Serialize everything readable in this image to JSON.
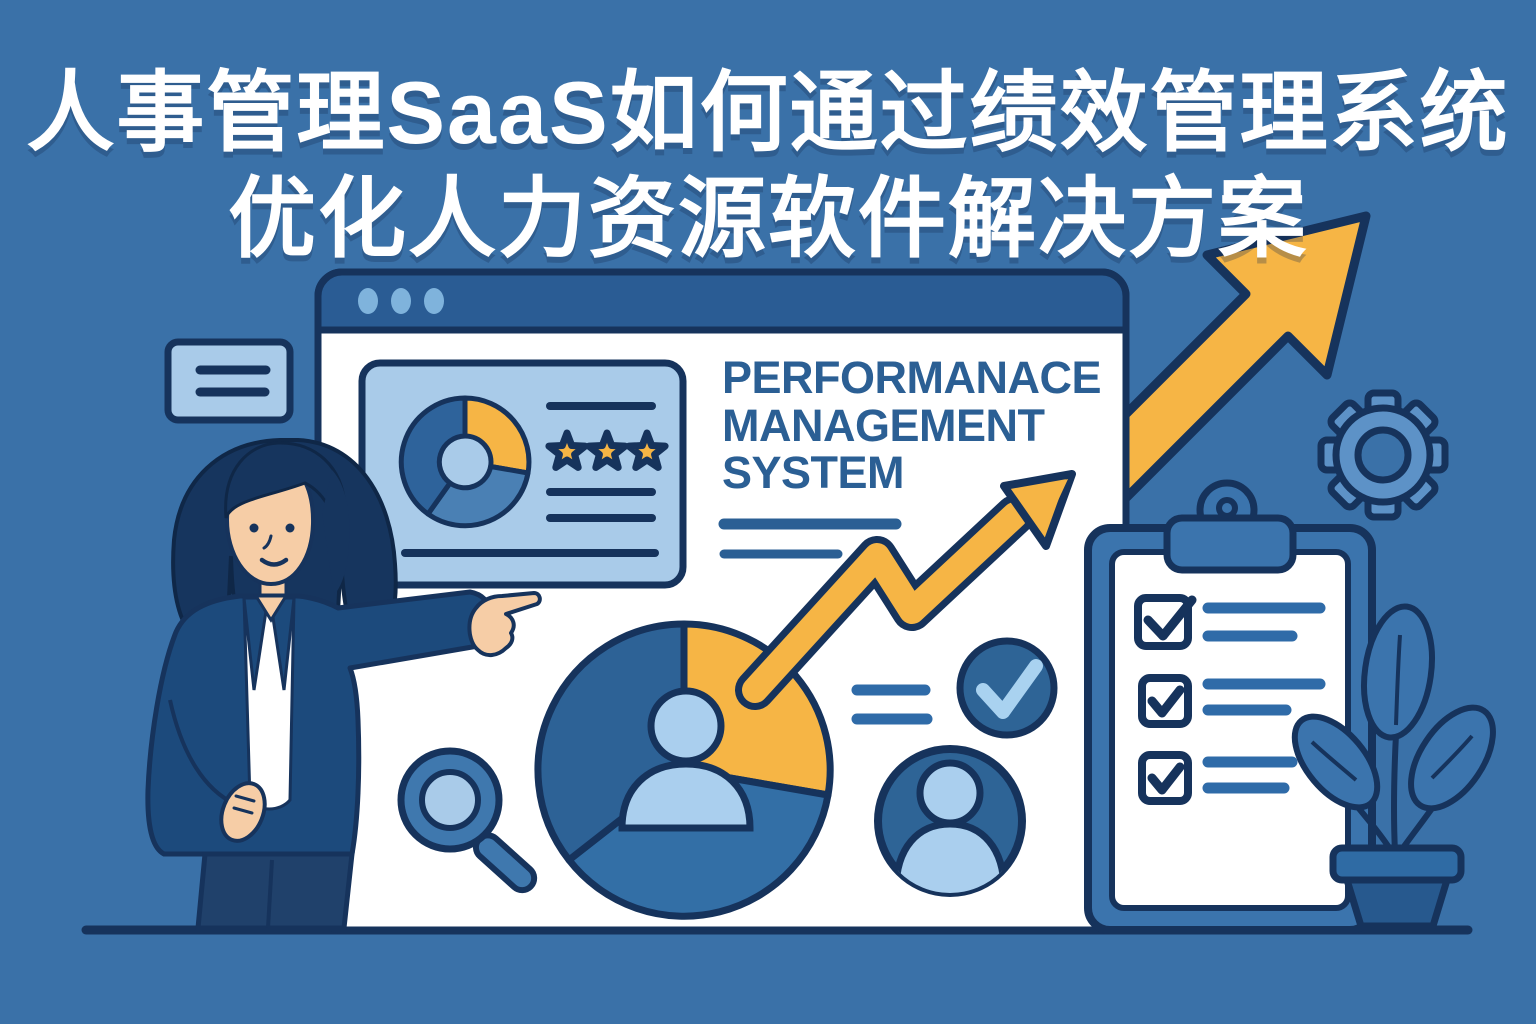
{
  "title": {
    "line1": "人事管理SaaS如何通过绩效管理系统",
    "line2": "优化人力资源软件解决方案"
  },
  "screen": {
    "line1": "PERFORMANACE",
    "line2": "MANAGEMENT",
    "line3": "SYSTEM"
  },
  "browser_window": {
    "traffic_dots": 3
  },
  "dashboard_card": {
    "star_rating": 3,
    "placeholder_lines": 4,
    "donut_segments": 3
  },
  "checklist": {
    "items": [
      {
        "checked": true,
        "text_lines": 2
      },
      {
        "checked": true,
        "text_lines": 2
      },
      {
        "checked": true,
        "text_lines": 2
      }
    ]
  },
  "colors": {
    "background": "#3a71a8",
    "outline_navy": "#16335c",
    "white": "#ffffff",
    "accent_yellow": "#f6b545",
    "light_blue": "#a9cbe9",
    "pale_blue": "#aacfee",
    "medium_blue": "#2f6aa1",
    "header_blue": "#2a5c94",
    "gear_blue": "#5d92c7",
    "heading_text_blue": "#2b5f94",
    "suit_navy": "#1c4a7c",
    "hair_navy": "#16355e",
    "skin_tan": "#f6cda6"
  }
}
